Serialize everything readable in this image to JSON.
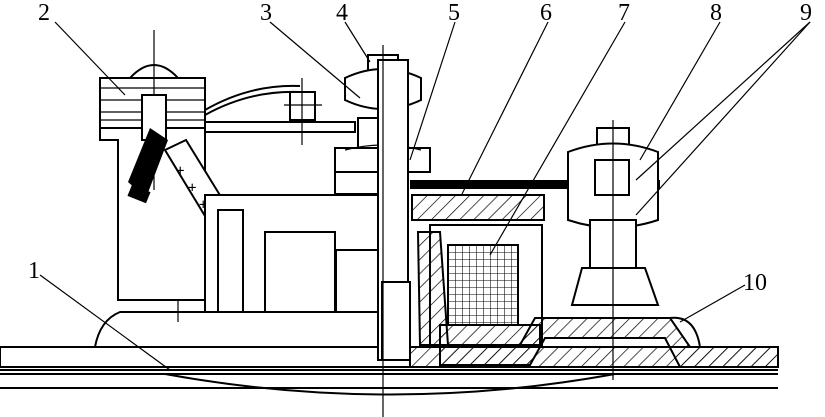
{
  "diagram": {
    "callouts": [
      {
        "id": "c1",
        "text": "1"
      },
      {
        "id": "c2",
        "text": "2"
      },
      {
        "id": "c3",
        "text": "3"
      },
      {
        "id": "c4",
        "text": "4"
      },
      {
        "id": "c5",
        "text": "5"
      },
      {
        "id": "c6",
        "text": "6"
      },
      {
        "id": "c7",
        "text": "7"
      },
      {
        "id": "c8",
        "text": "8"
      },
      {
        "id": "c9",
        "text": "9"
      },
      {
        "id": "c10",
        "text": "10"
      }
    ]
  }
}
